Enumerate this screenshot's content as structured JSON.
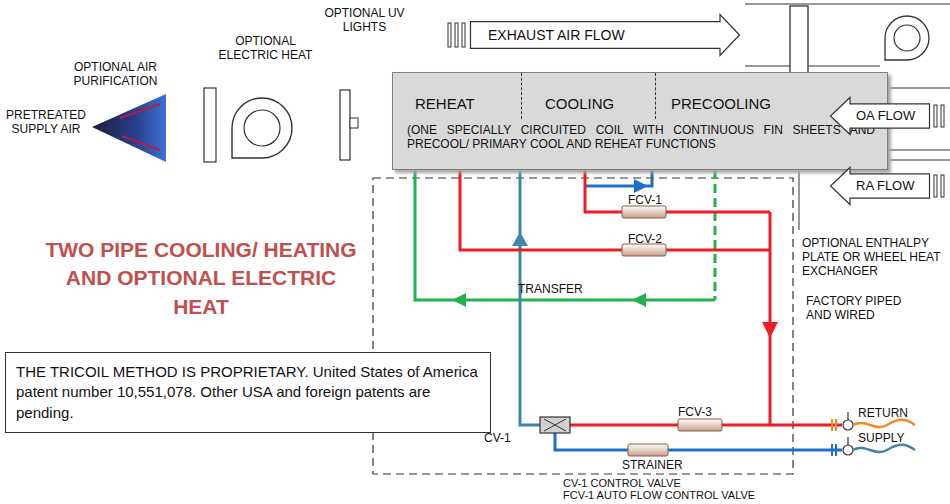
{
  "diagram": {
    "title": "TWO PIPE COOLING/ HEATING AND OPTIONAL ELECTRIC HEAT",
    "nodes": [
      {
        "text": [
          "EXHAUST AIR FLOW"
        ]
      },
      {
        "text": [
          "REHEAT",
          "COOLING",
          "PRECOOLING",
          "(ONE SPECIALLY CIRCUITED COIL WITH CONTINUOUS FIN SHEETS AND PRECOOL/ PRIMARY COOL AND REHEAT FUNCTIONS"
        ]
      },
      {
        "text": [
          "OA FLOW"
        ]
      },
      {
        "text": [
          "RA FLOW"
        ]
      },
      {
        "text": [
          "THE TRICOIL METHOD IS PROPRIETARY. United States of America patent number 10,551,078. Other USA and foreign patents are pending."
        ]
      }
    ],
    "labels": [
      "OPTIONAL UV LIGHTS",
      "OPTIONAL ELECTRIC HEAT",
      "OPTIONAL AIR PURIFICATION",
      "PRETREATED SUPPLY AIR",
      "FCV-1",
      "FCV-2",
      "TRANSFER",
      "OPTIONAL ENTHALPY PLATE OR WHEEL HEAT EXCHANGER",
      "FACTORY PIPED AND WIRED",
      "FCV-3",
      "RETURN",
      "CV-1",
      "STRAINER",
      "SUPPLY",
      "CV-1 CONTROL VALVE",
      "FCV-1 AUTO FLOW CONTROL VALVE"
    ]
  }
}
